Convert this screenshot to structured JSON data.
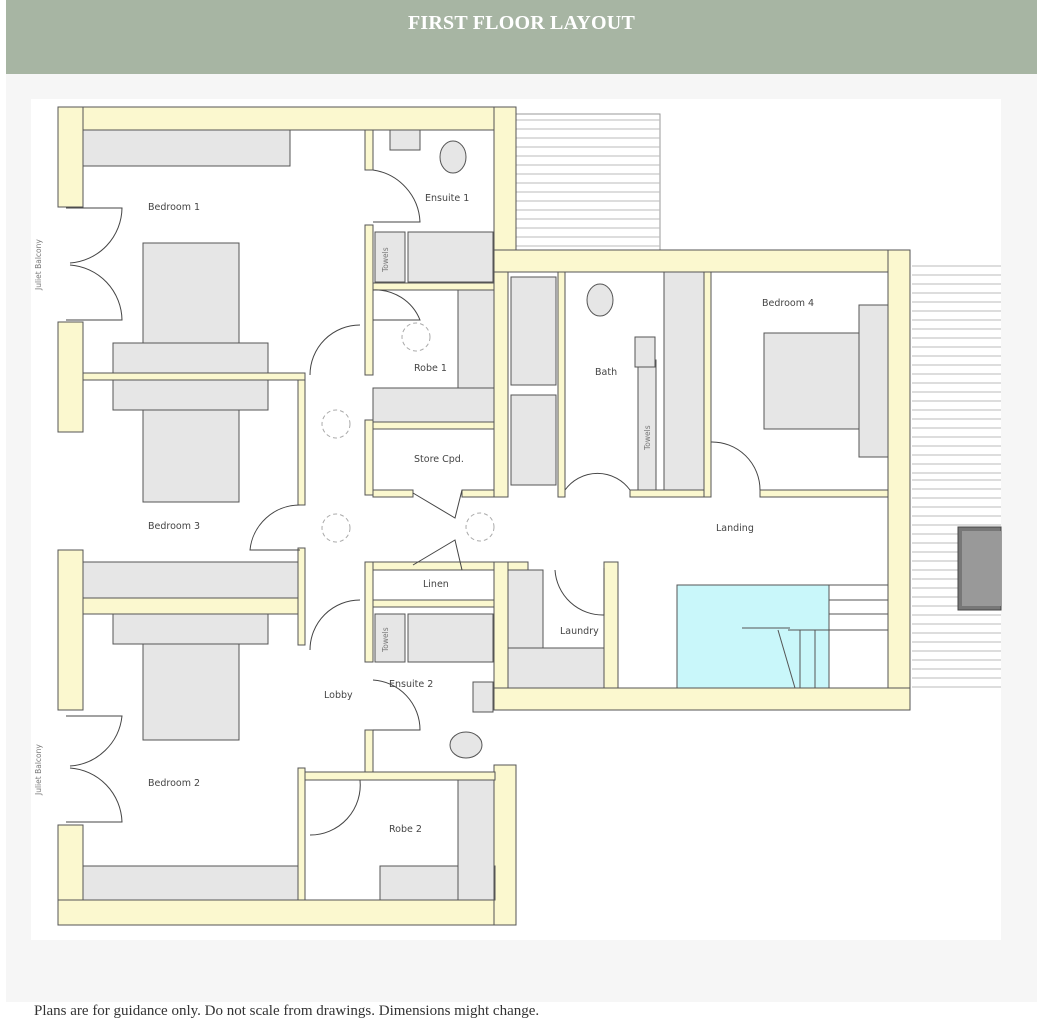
{
  "header": {
    "title": "FIRST FLOOR LAYOUT"
  },
  "plan": {
    "rooms": {
      "bedroom1": "Bedroom 1",
      "bedroom2": "Bedroom 2",
      "bedroom3": "Bedroom 3",
      "bedroom4": "Bedroom 4",
      "ensuite1": "Ensuite 1",
      "ensuite2": "Ensuite 2",
      "robe1": "Robe 1",
      "robe2": "Robe 2",
      "store": "Store Cpd.",
      "bath": "Bath",
      "linen": "Linen",
      "laundry": "Laundry",
      "landing": "Landing",
      "lobby": "Lobby"
    },
    "annotations": {
      "towels": "Towels",
      "juliet_balcony": "Juliet Balcony"
    },
    "colors": {
      "wall": "#fbf8cf",
      "void": "#c9f7fa",
      "header": "#a7b5a3"
    }
  },
  "footer": {
    "disclaimer": "Plans are for guidance only. Do not scale from drawings. Dimensions might change."
  }
}
